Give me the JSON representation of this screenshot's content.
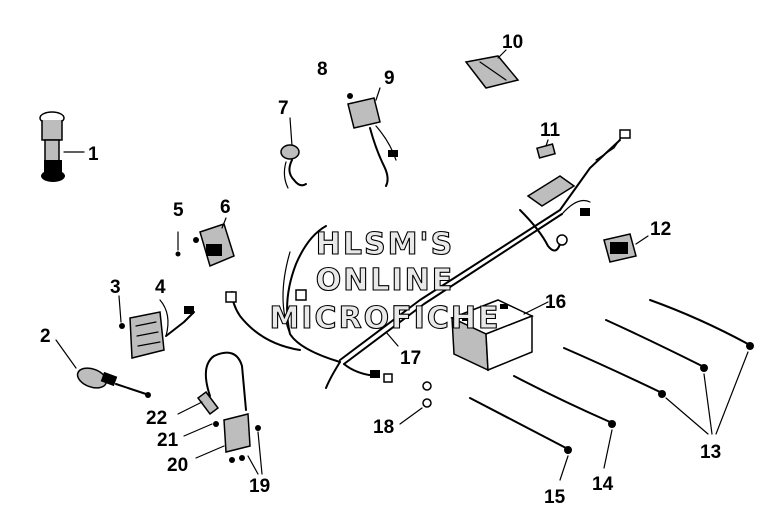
{
  "watermark": {
    "lines": [
      "HLSM'S",
      "ONLINE",
      "MICROFICHE"
    ]
  },
  "callouts": {
    "p1": "1",
    "p2": "2",
    "p3": "3",
    "p4": "4",
    "p5": "5",
    "p6": "6",
    "p7": "7",
    "p8": "8",
    "p9": "9",
    "p10": "10",
    "p11": "11",
    "p12": "12",
    "p13": "13",
    "p14": "14",
    "p15": "15",
    "p16": "16",
    "p17": "17",
    "p18": "18",
    "p19": "19",
    "p20": "20",
    "p21": "21",
    "p22": "22"
  }
}
